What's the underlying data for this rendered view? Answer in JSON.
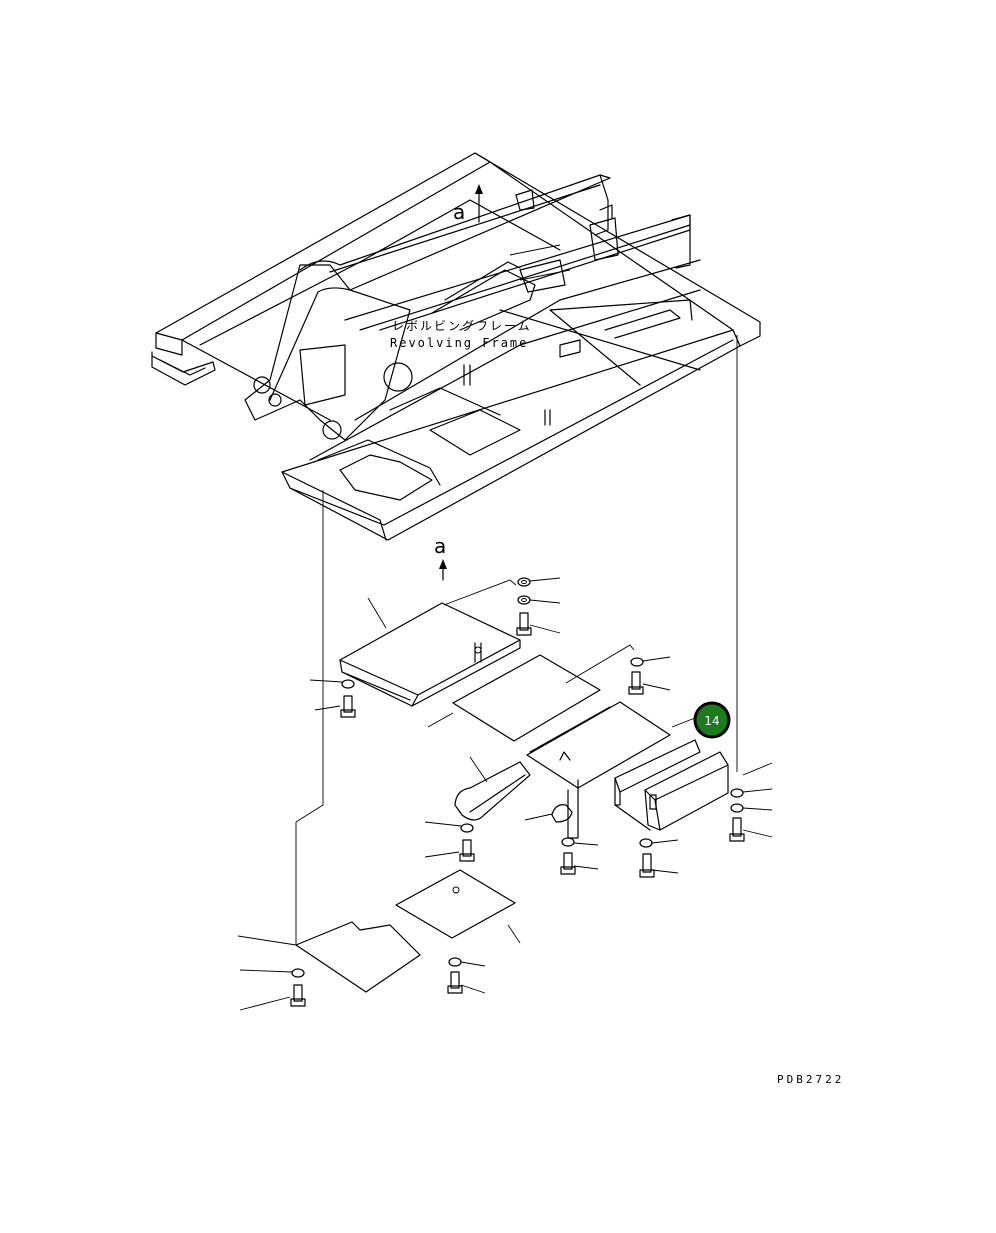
{
  "frame_label_jp": "レボルビングフレーム",
  "frame_label_en": "Revolving Frame",
  "arrow_label_top": "a",
  "arrow_label_bottom": "a",
  "callout_badge": {
    "number": "14",
    "color": "#1e7a1e",
    "ring_color": "#000000"
  },
  "drawing_code": "PDB2722",
  "icons": [
    "washer-icon",
    "bolt-icon",
    "arrow-up-icon"
  ]
}
